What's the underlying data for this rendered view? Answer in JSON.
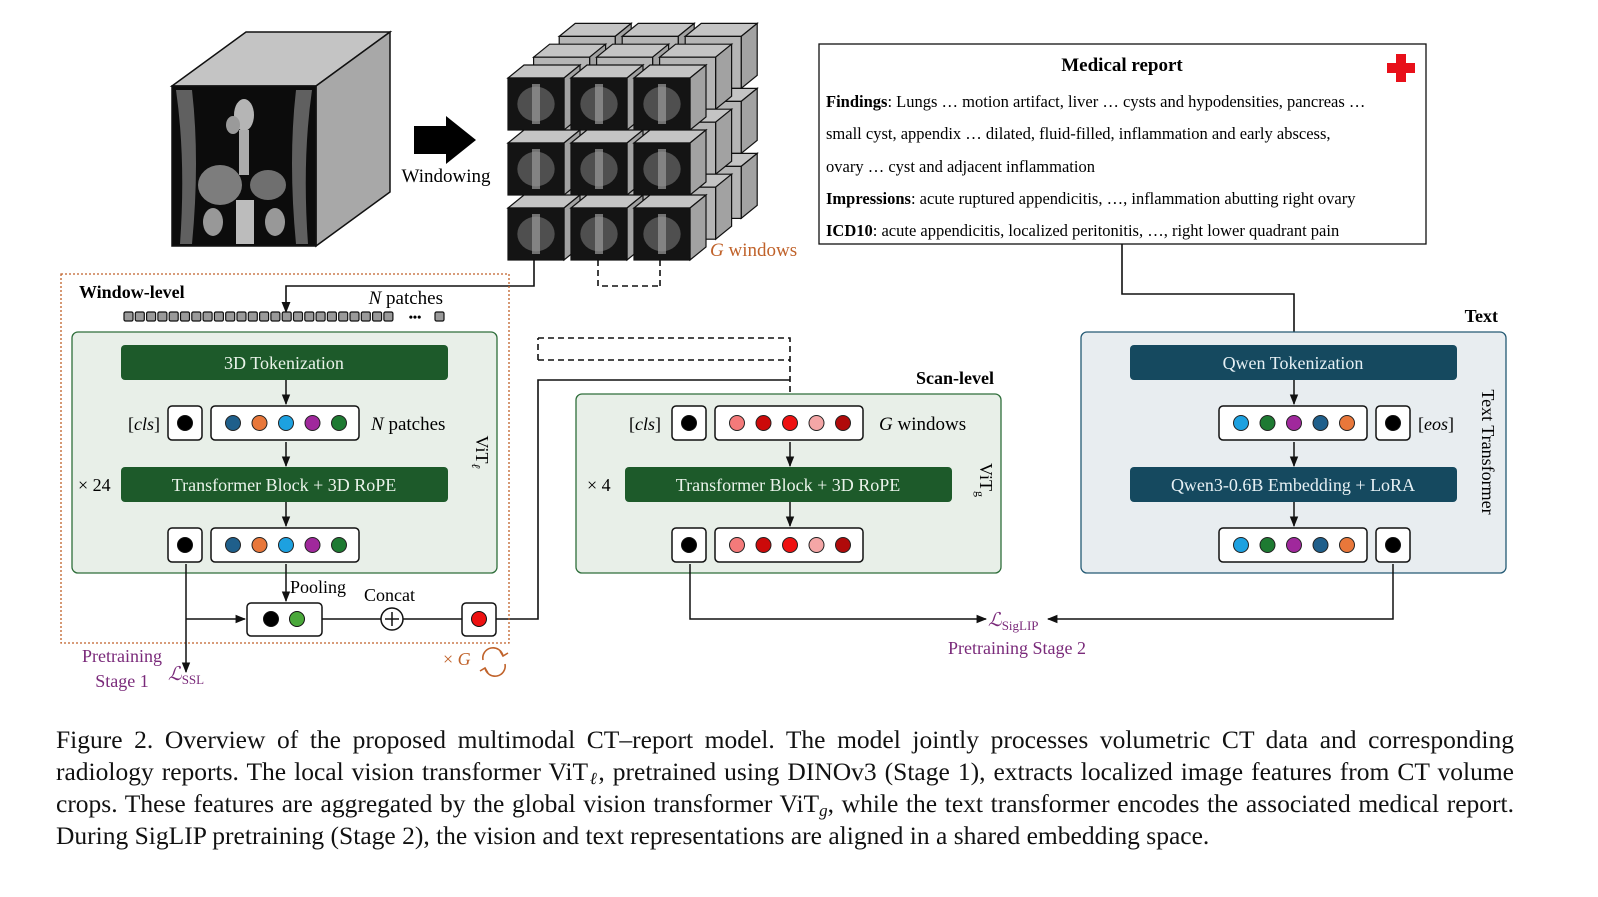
{
  "figure": {
    "windowing_label": "Windowing",
    "g_windows_label_var": "G",
    "g_windows_label_word": " windows",
    "window_level": {
      "title": "Window-level",
      "n_patches_top_var": "N",
      "n_patches_top_word": " patches",
      "ellipsis": "•••",
      "tokenization_label": "3D Tokenization",
      "cls_label": "[cls]",
      "n_patches_var": "N",
      "n_patches_word": " patches",
      "repeat_label": "× 24",
      "block_label": "Transformer Block + 3D RoPE",
      "vit_label": "ViT",
      "vit_sub": "ℓ",
      "pooling_label": "Pooling",
      "concat_label": "Concat",
      "times_g_label": "× G",
      "token_colors": [
        "#1f5f8b",
        "#e8773a",
        "#1da1e0",
        "#a0289c",
        "#1e7a32"
      ],
      "cls_color": "#000000",
      "pooled_colors": [
        "#000000",
        "#4aa83a"
      ],
      "window_token_color": "#ee1111"
    },
    "pretraining_stage1": {
      "line1": "Pretraining",
      "line2": "Stage 1",
      "loss": "ℒ",
      "loss_sub": "SSL"
    },
    "scan_level": {
      "title": "Scan-level",
      "cls_label": "[cls]",
      "g_windows_var": "G",
      "g_windows_word": " windows",
      "repeat_label": "× 4",
      "block_label": "Transformer Block + 3D RoPE",
      "vit_label": "ViT",
      "vit_sub": "g",
      "token_colors": [
        "#f47a7a",
        "#cc0a0a",
        "#ee1111",
        "#f4a6a6",
        "#b00a0a"
      ]
    },
    "text": {
      "title": "Text",
      "side_label": "Text Transformer",
      "tokenization_label": "Qwen Tokenization",
      "embedding_label": "Qwen3-0.6B Embedding + LoRA",
      "eos_label": "[eos]",
      "token_colors": [
        "#1da1e0",
        "#1e7a32",
        "#a0289c",
        "#1f5f8b",
        "#e8773a"
      ]
    },
    "pretraining_stage2": {
      "loss": "ℒ",
      "loss_sub": "SigLIP",
      "label": "Pretraining Stage 2"
    },
    "medical_report": {
      "title": "Medical report",
      "findings_key": "Findings",
      "findings_line1": ": Lungs … motion artifact, liver … cysts and hypodensities, pancreas …",
      "findings_line2": "small cyst, appendix … dilated, fluid-filled, inflammation and early abscess,",
      "findings_line3": "ovary … cyst and adjacent inflammation",
      "impressions_key": "Impressions",
      "impressions_text": ": acute ruptured appendicitis, …, inflammation abutting right ovary",
      "icd_key": "ICD10",
      "icd_text": ": acute appendicitis, localized peritonitis, …, right lower quadrant pain",
      "cross_color": "#e8101a"
    },
    "colors": {
      "green_dark": "#1d5a2a",
      "blue_dark": "#15495f",
      "green_panel": "#e8efe8",
      "blue_panel": "#e8edf0",
      "orange_text": "#c0622a",
      "purple_text": "#7a2a7a"
    }
  },
  "caption": {
    "part1": "Figure 2.  Overview of the proposed multimodal CT–report model.  The model jointly processes volumetric CT data and corresponding radiology reports.  The local vision transformer ViT",
    "sub1": "ℓ",
    "part2": ", pretrained using DINOv3 (Stage 1), extracts localized image features from CT volume crops.  These features are aggregated by the global vision transformer ViT",
    "sub2": "g",
    "part3": ", while the text transformer encodes the associated medical report. During SigLIP pretraining (Stage 2), the vision and text representations are aligned in a shared embedding space."
  }
}
